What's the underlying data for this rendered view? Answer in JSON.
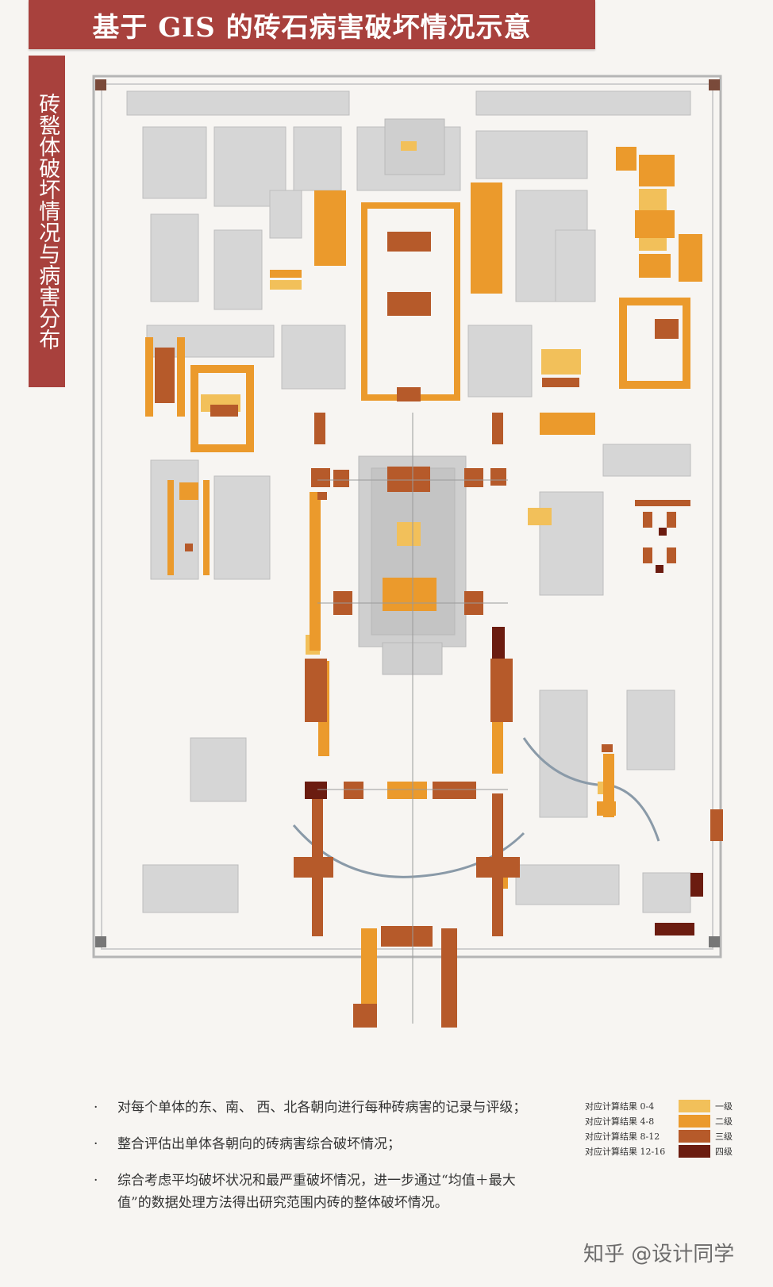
{
  "title": "基于 GIS 的砖石病害破坏情况示意",
  "side_title": "砖甃体破坏情况与病害分布",
  "colors": {
    "banner": "#a8413d",
    "grade1": "#f2c05a",
    "grade2": "#eb9a2c",
    "grade3": "#b65a2a",
    "grade4": "#6b1c10",
    "base_building": "#d3d3d3",
    "outline": "#b9b9b9",
    "water": "#8a9aa8"
  },
  "legend": [
    {
      "range": "对应计算结果 0-4",
      "grade": "一级",
      "color_key": "grade1"
    },
    {
      "range": "对应计算结果 4-8",
      "grade": "二级",
      "color_key": "grade2"
    },
    {
      "range": "对应计算结果 8-12",
      "grade": "三级",
      "color_key": "grade3"
    },
    {
      "range": "对应计算结果 12-16",
      "grade": "四级",
      "color_key": "grade4"
    }
  ],
  "notes": [
    {
      "bullet": "·",
      "text": "对每个单体的东、南、 西、北各朝向进行每种砖病害的记录与评级；"
    },
    {
      "bullet": "·",
      "text": "整合评估出单体各朝向的砖病害综合破坏情况；"
    },
    {
      "bullet": "·",
      "text": "综合考虑平均破坏状况和最严重破坏情况，进一步通过“均值＋最大值”的数据处理方法得出研究范围内砖的整体破坏情况。"
    }
  ],
  "watermark": "知乎 @设计同学"
}
